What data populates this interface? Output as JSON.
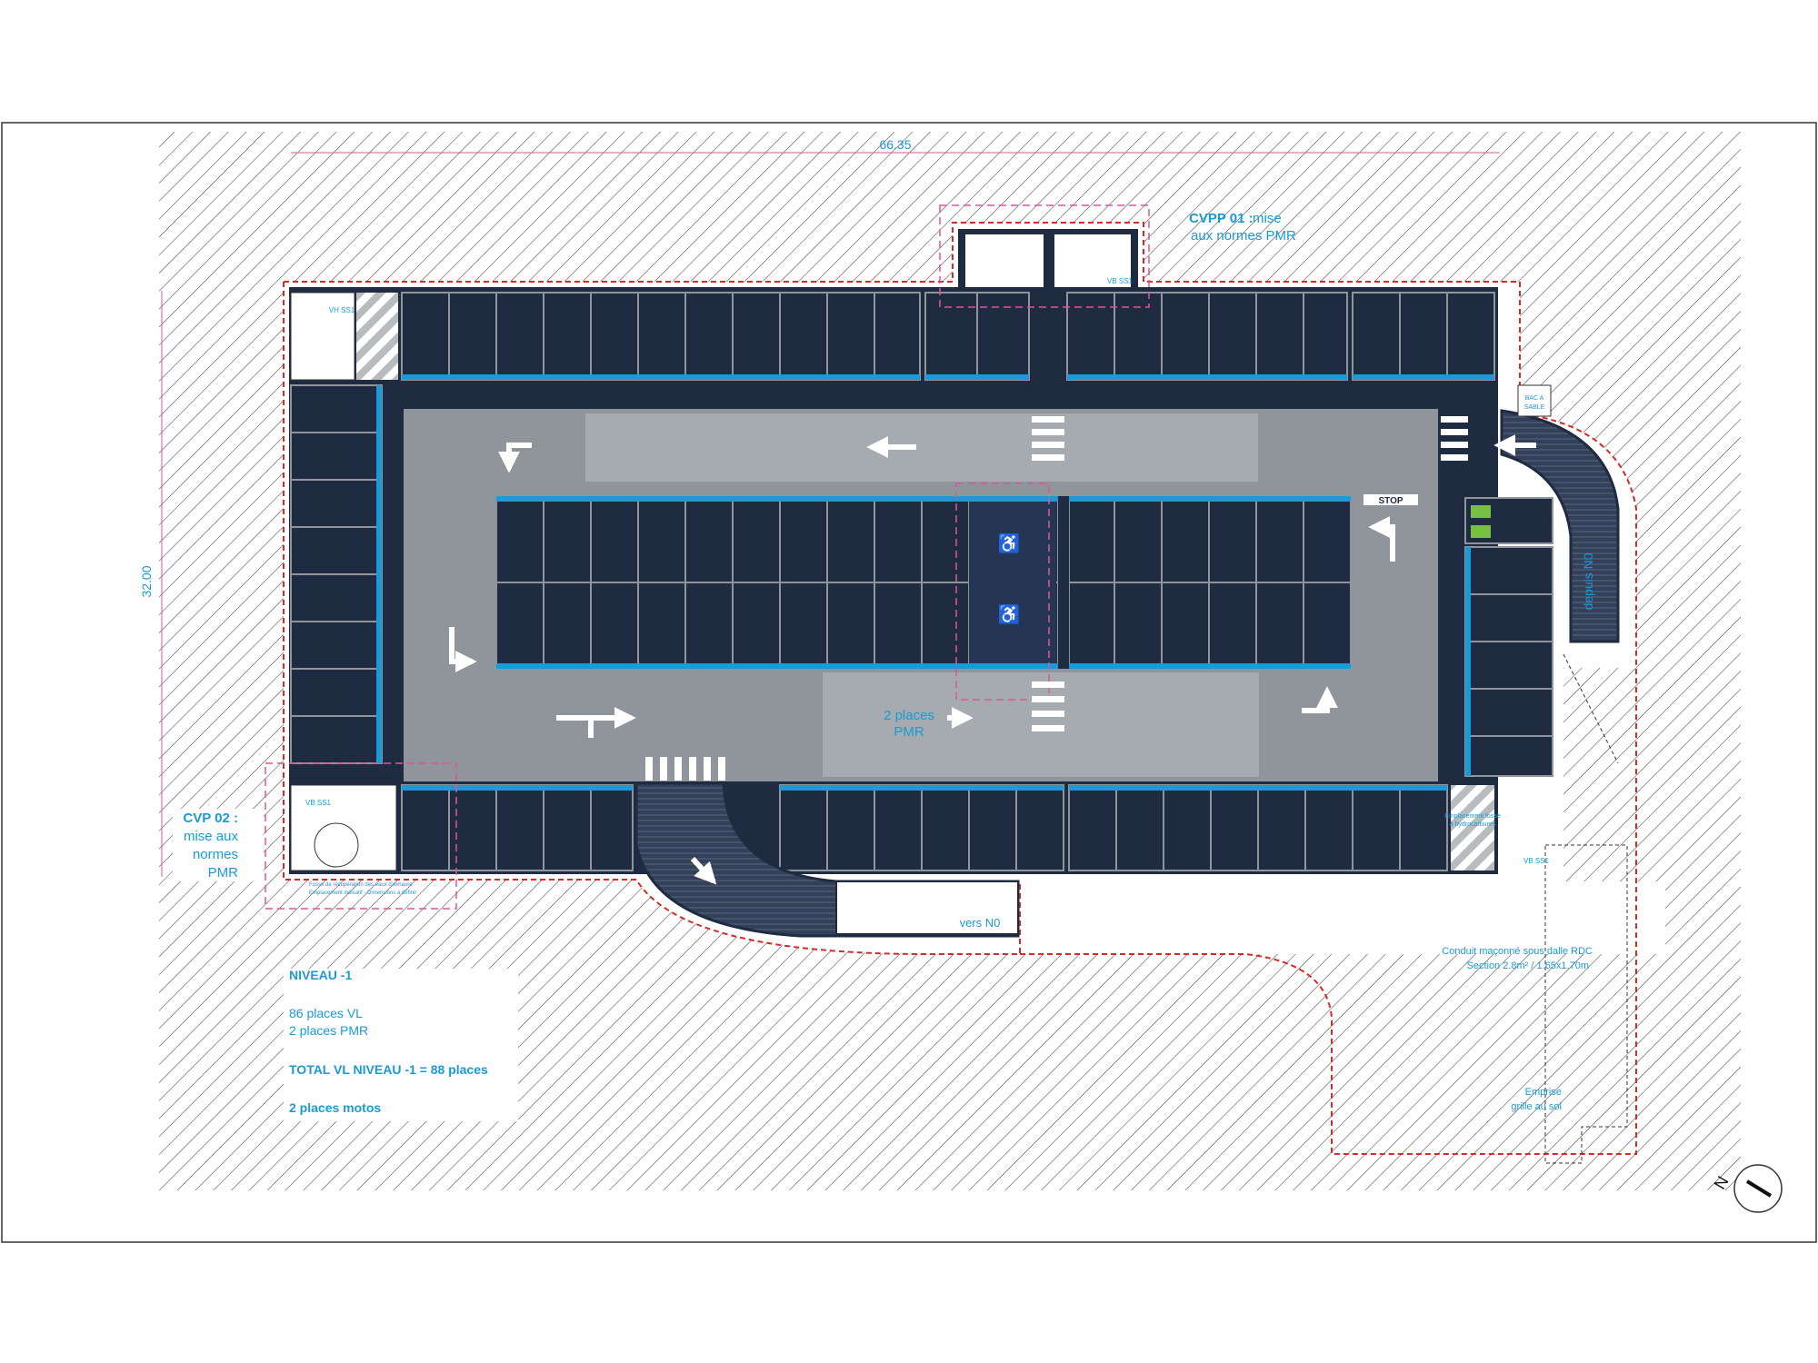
{
  "dimensions": {
    "width_label": "66.35",
    "height_label": "32.00"
  },
  "annotations": {
    "cvpp01_title": "CVPP 01 :",
    "cvpp01_line1": "mise",
    "cvpp01_line2": "aux normes PMR",
    "cvp02_title": "CVP 02 :",
    "cvp02_line1": "mise aux",
    "cvp02_line2": "normes",
    "cvp02_line3": "PMR",
    "pmr_line1": "2 places",
    "pmr_line2": "PMR",
    "stop": "STOP",
    "depuis": "depuis N0",
    "vers": "vers N0",
    "vh_ss1": "VH SS1",
    "vb_ss1_left": "VB SS1",
    "vb_ss1_top": "VB SS1",
    "vb_ss1_right": "VB SS1",
    "bac_sable_1": "BAC A",
    "bac_sable_2": "SABLE",
    "fosse_1": "Fosse de récupération des eaux d'exhaure",
    "fosse_2": "Emplacement indicatif - Dimensions à définir",
    "hydro_1": "Emplacement fosse",
    "hydro_2": "à hydrocarbures",
    "conduit_1": "Conduit maçonné sous dalle RDC",
    "conduit_2": "Section 2.8m² / 1.65x1.70m",
    "emprise_1": "Emprise",
    "emprise_2": "grille au sol"
  },
  "summary": {
    "level": "NIVEAU -1",
    "vl": "86 places VL",
    "pmr": "2 places PMR",
    "total": "TOTAL VL NIVEAU -1 = 88 places",
    "motos": "2 places motos"
  },
  "north_label": "N",
  "colors": {
    "slab": "#1f2b40",
    "floor": "#8f959a",
    "floor_light": "#b2b6b9",
    "accent": "#1a9ad6",
    "dimension": "#e0559c",
    "boundary": "#d62a2a",
    "moto": "#77c043"
  }
}
